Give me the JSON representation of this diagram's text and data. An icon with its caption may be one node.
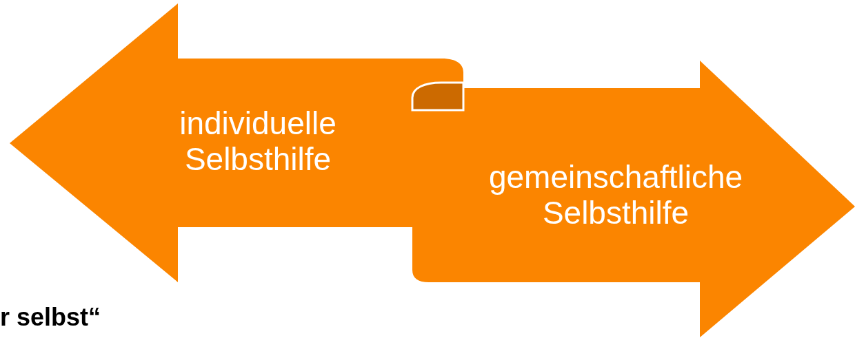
{
  "diagram": {
    "nodes": [
      {
        "text": [
          "individuelle Selbsthilfe"
        ]
      },
      {
        "text": [
          "gemeinschaftliche Selbsthilfe"
        ]
      }
    ],
    "labels": [
      "r selbst“"
    ]
  }
}
